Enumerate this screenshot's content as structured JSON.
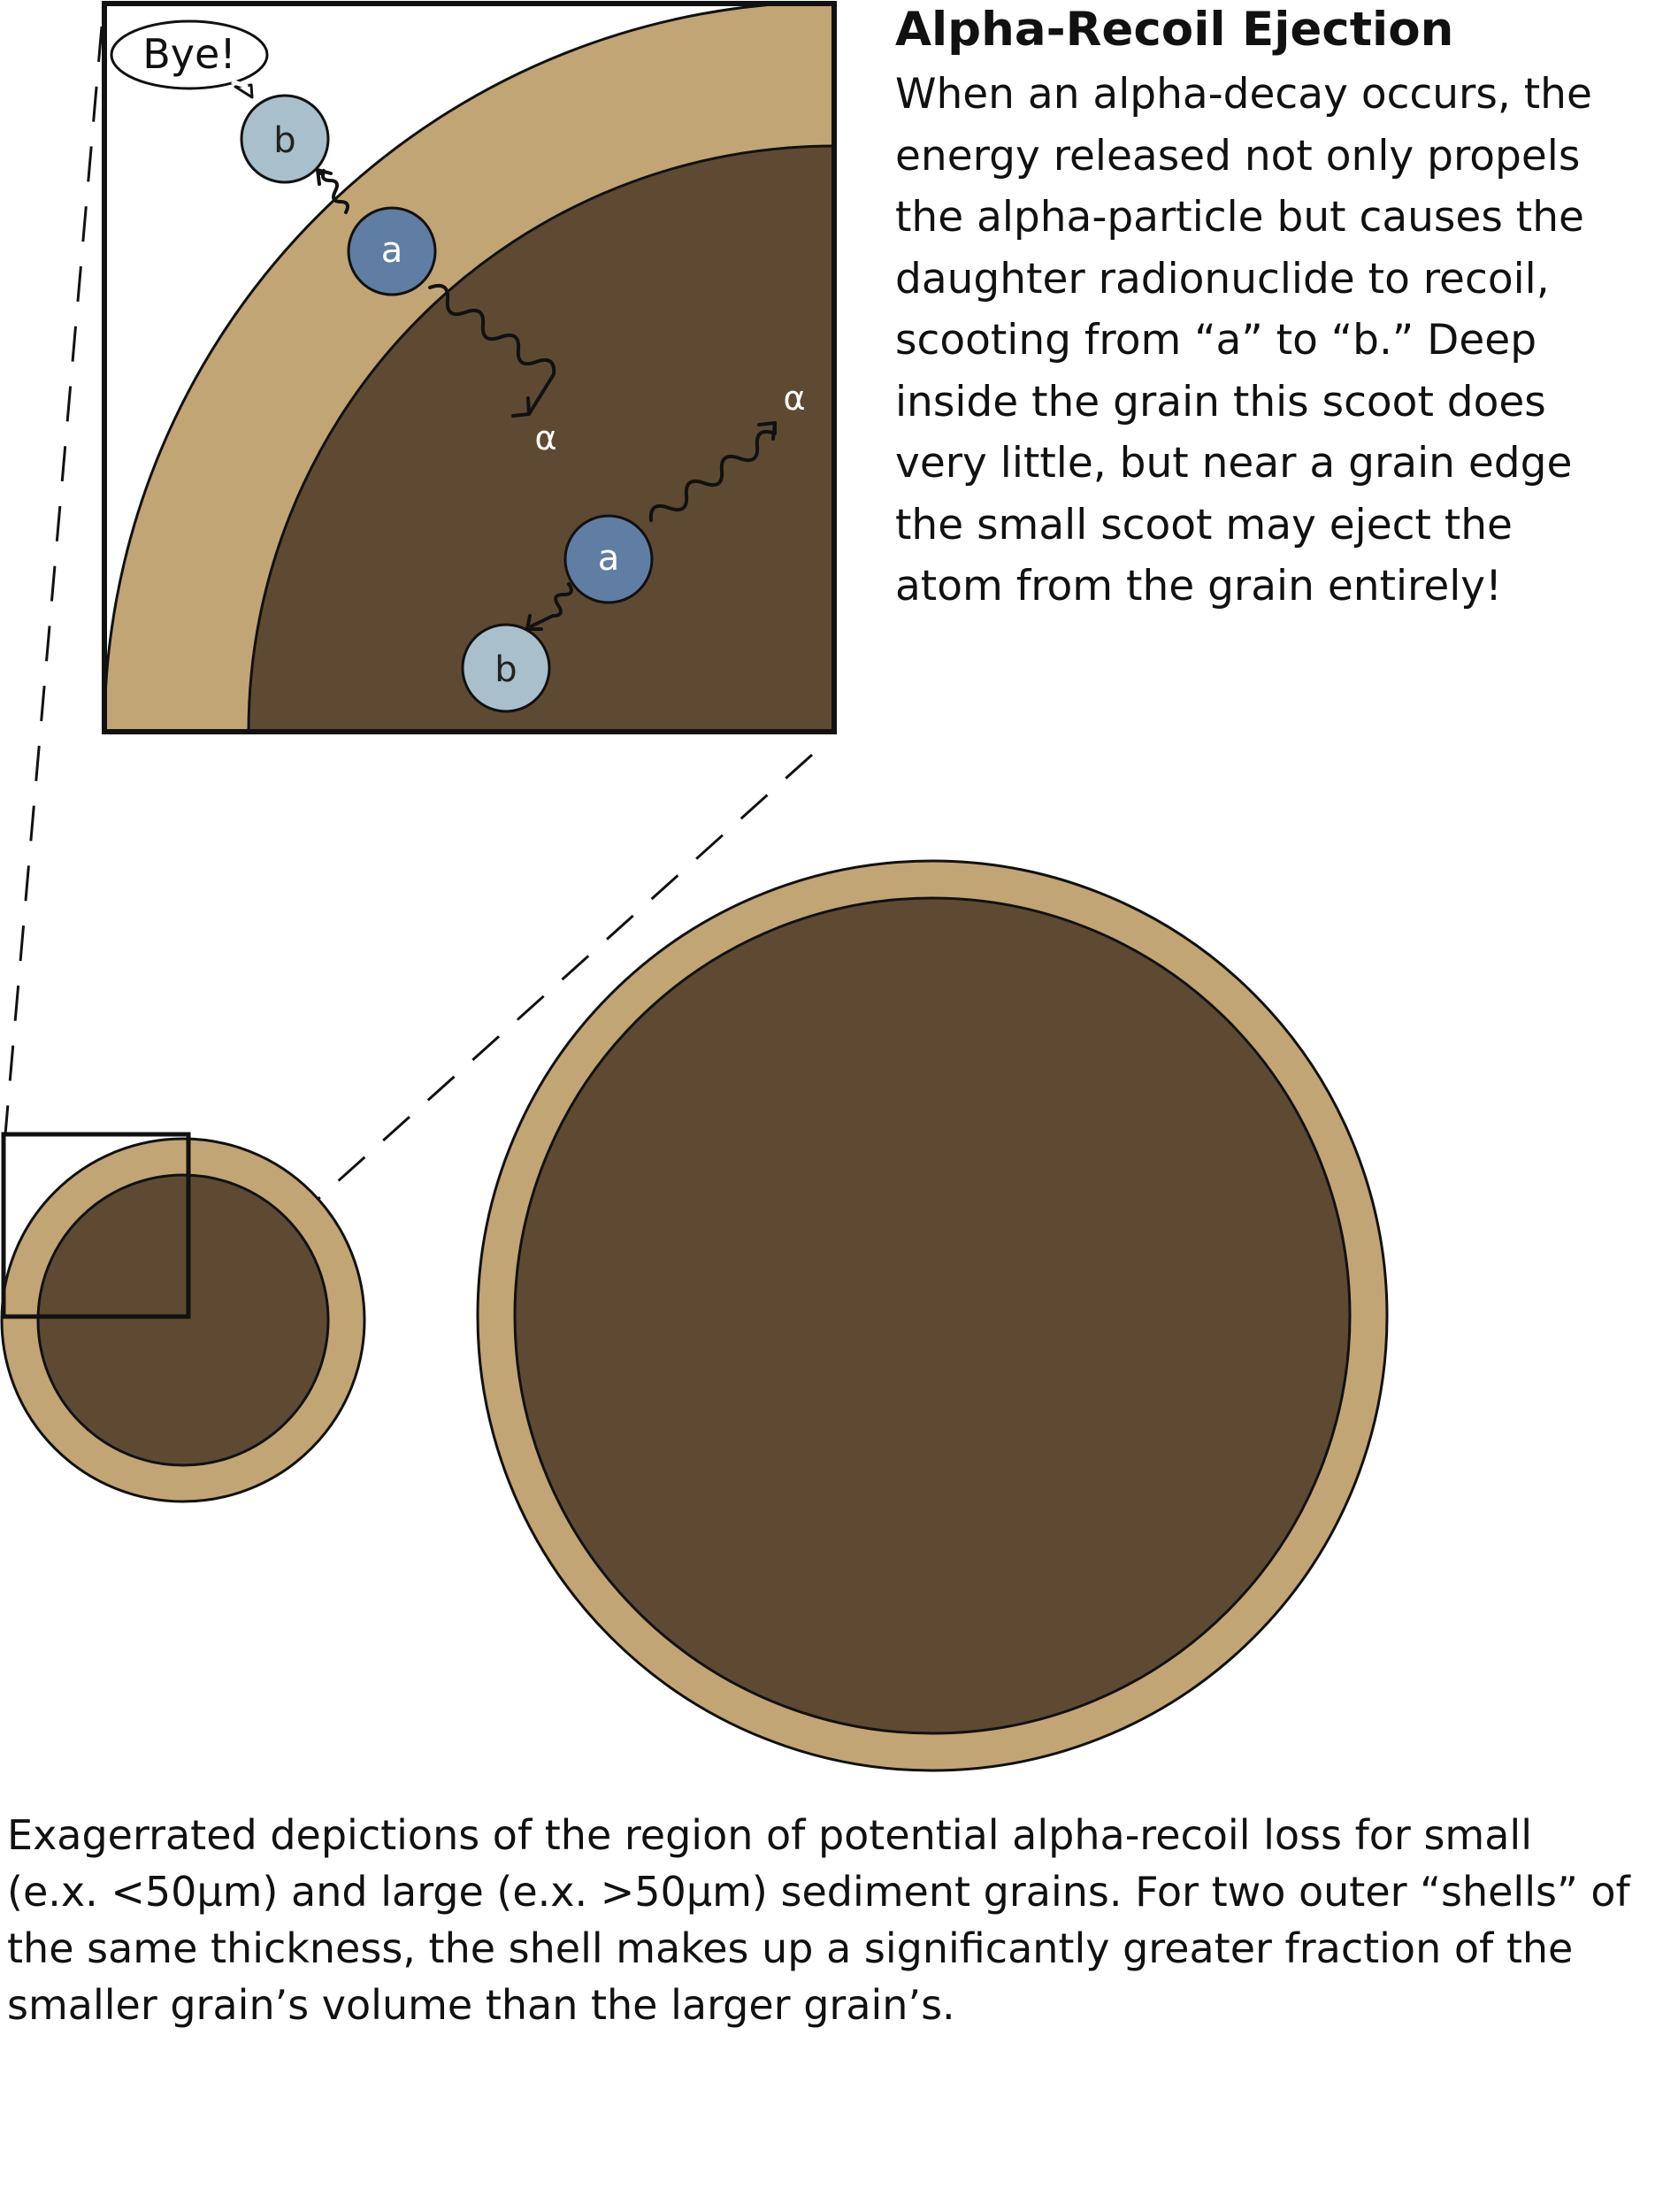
{
  "title": "Alpha-Recoil Ejection",
  "description_lines": [
    "When an alpha-decay occurs, the",
    "energy released not only propels",
    "the alpha-particle but causes  the",
    "daughter radionuclide to recoil,",
    "scooting from “a” to “b.”  Deep",
    "inside the grain this scoot does",
    "very little, but near a grain edge",
    "the small scoot may eject the",
    "atom from the grain entirely!"
  ],
  "speech_bubble": "Bye!",
  "atoms": {
    "parent_label": "a",
    "daughter_label": "b",
    "alpha_label": "α"
  },
  "caption_lines": [
    "Exagerrated depictions of the region of potential alpha-recoil loss for small",
    "(e.x. <50μm) and large (e.x. >50μm) sediment grains. For two outer “shells” of",
    "the same thickness, the shell makes up a significantly greater fraction of the",
    "smaller grain’s volume than the larger grain’s."
  ],
  "colors": {
    "shell": "#c2a574",
    "core": "#5e4a32",
    "parent_atom": "#607ea3",
    "daughter_atom": "#a9bfcb",
    "outline": "#111111",
    "alpha_label": "#ffffff"
  }
}
